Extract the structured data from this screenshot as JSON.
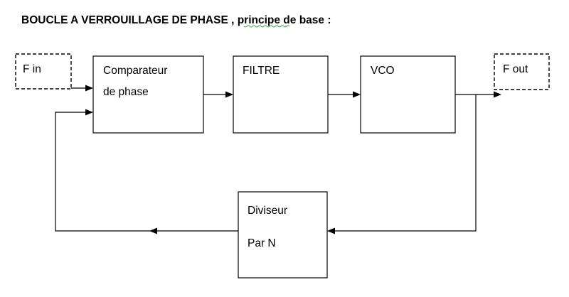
{
  "diagram": {
    "title": {
      "part1": "BOUCLE A VERROUILLAGE DE ",
      "part2": "PHASE",
      "part3": " , principe de base :"
    },
    "inputs": {
      "fin": "F in",
      "fout": "F out"
    },
    "blocks": {
      "comparateur": {
        "line1": "Comparateur",
        "line2": "de phase"
      },
      "filtre": {
        "line1": "FILTRE"
      },
      "vco": {
        "line1": "VCO"
      },
      "diviseur": {
        "line1": "Diviseur",
        "line2": "Par N"
      }
    },
    "colors": {
      "stroke": "#000000",
      "spellcheck_underline": "#4a9a4a"
    }
  }
}
